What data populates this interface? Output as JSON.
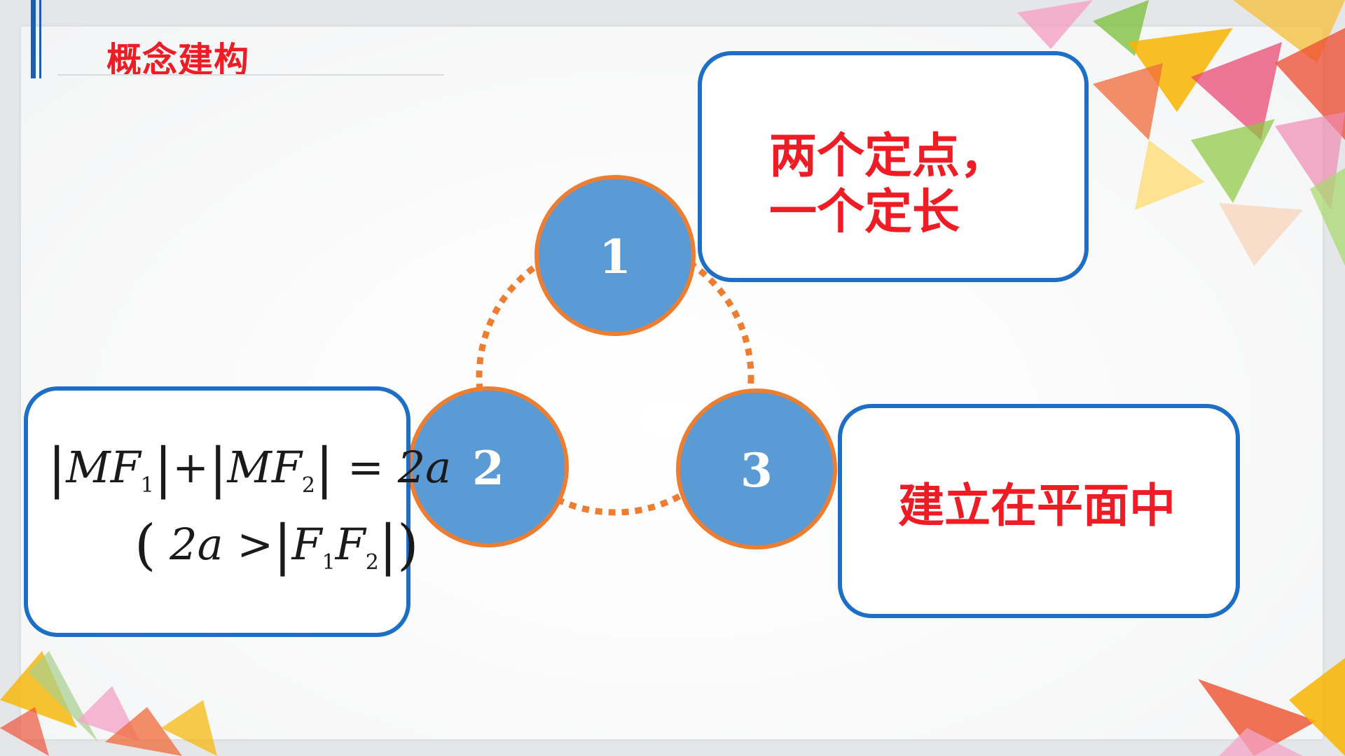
{
  "slide": {
    "title": "概念建构",
    "nodes": [
      {
        "id": "1",
        "label": "1"
      },
      {
        "id": "2",
        "label": "2"
      },
      {
        "id": "3",
        "label": "3"
      }
    ],
    "box_top_right": {
      "line1": "两个定点，",
      "line2": "一个定长"
    },
    "box_left": {
      "formula_line1": {
        "M": "M",
        "F": "F",
        "sub1": "1",
        "plus": "+",
        "sub2": "2",
        "eq": "=",
        "rhs": "2a"
      },
      "formula_line2": {
        "lhs": "2a",
        "gt": ">",
        "F": "F",
        "sub1": "1",
        "sub2": "2"
      }
    },
    "box_right": {
      "text": "建立在平面中"
    }
  },
  "colors": {
    "title_red": "#ee1c24",
    "box_border_blue": "#1c6fc4",
    "node_fill_blue": "#5b9bd5",
    "node_stroke_orange": "#ed7d31",
    "dotted_connector_orange": "#ed7d31",
    "accent_bar_blue": "#1f5fa8"
  }
}
